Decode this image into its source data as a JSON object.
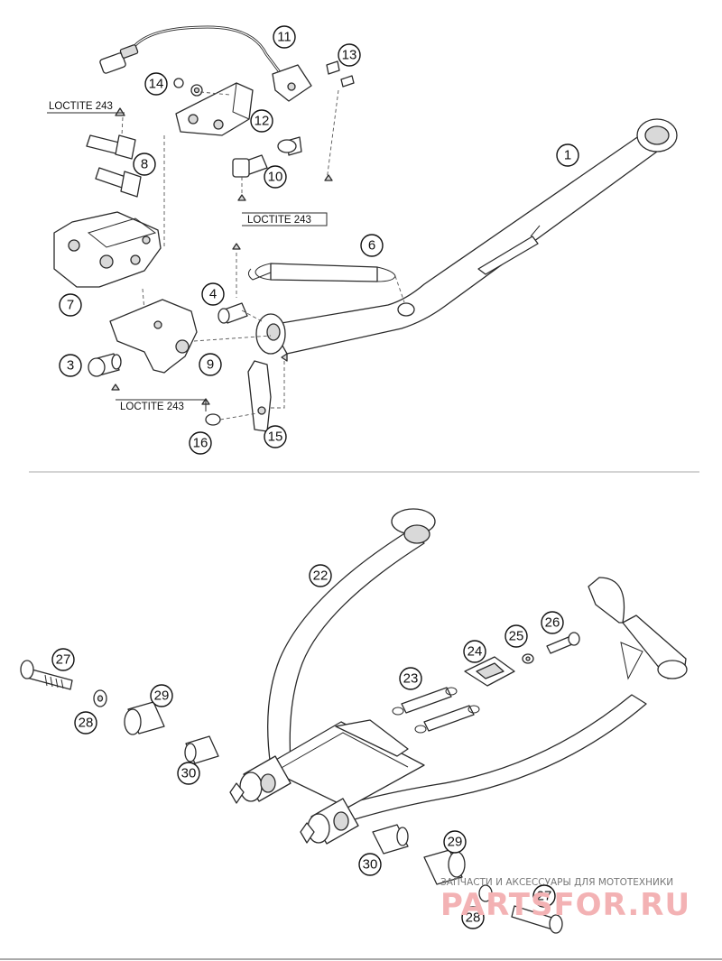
{
  "upper_group": {
    "part_numbers": [
      "1",
      "3",
      "4",
      "6",
      "7",
      "8",
      "9",
      "10",
      "11",
      "12",
      "13",
      "14",
      "15",
      "16"
    ],
    "loctite_label": "LOCTITE 243"
  },
  "lower_group": {
    "part_numbers": [
      "22",
      "23",
      "24",
      "25",
      "26",
      "27",
      "28",
      "29",
      "30"
    ]
  },
  "watermark": {
    "tagline": "ЗАПЧАСТИ И АКСЕССУАРЫ ДЛЯ МОТОТЕХНИКИ",
    "brand": "PARTSFOR.RU"
  },
  "colors": {
    "line": "#2a2a2a",
    "watermark": "#f3b2b4"
  }
}
